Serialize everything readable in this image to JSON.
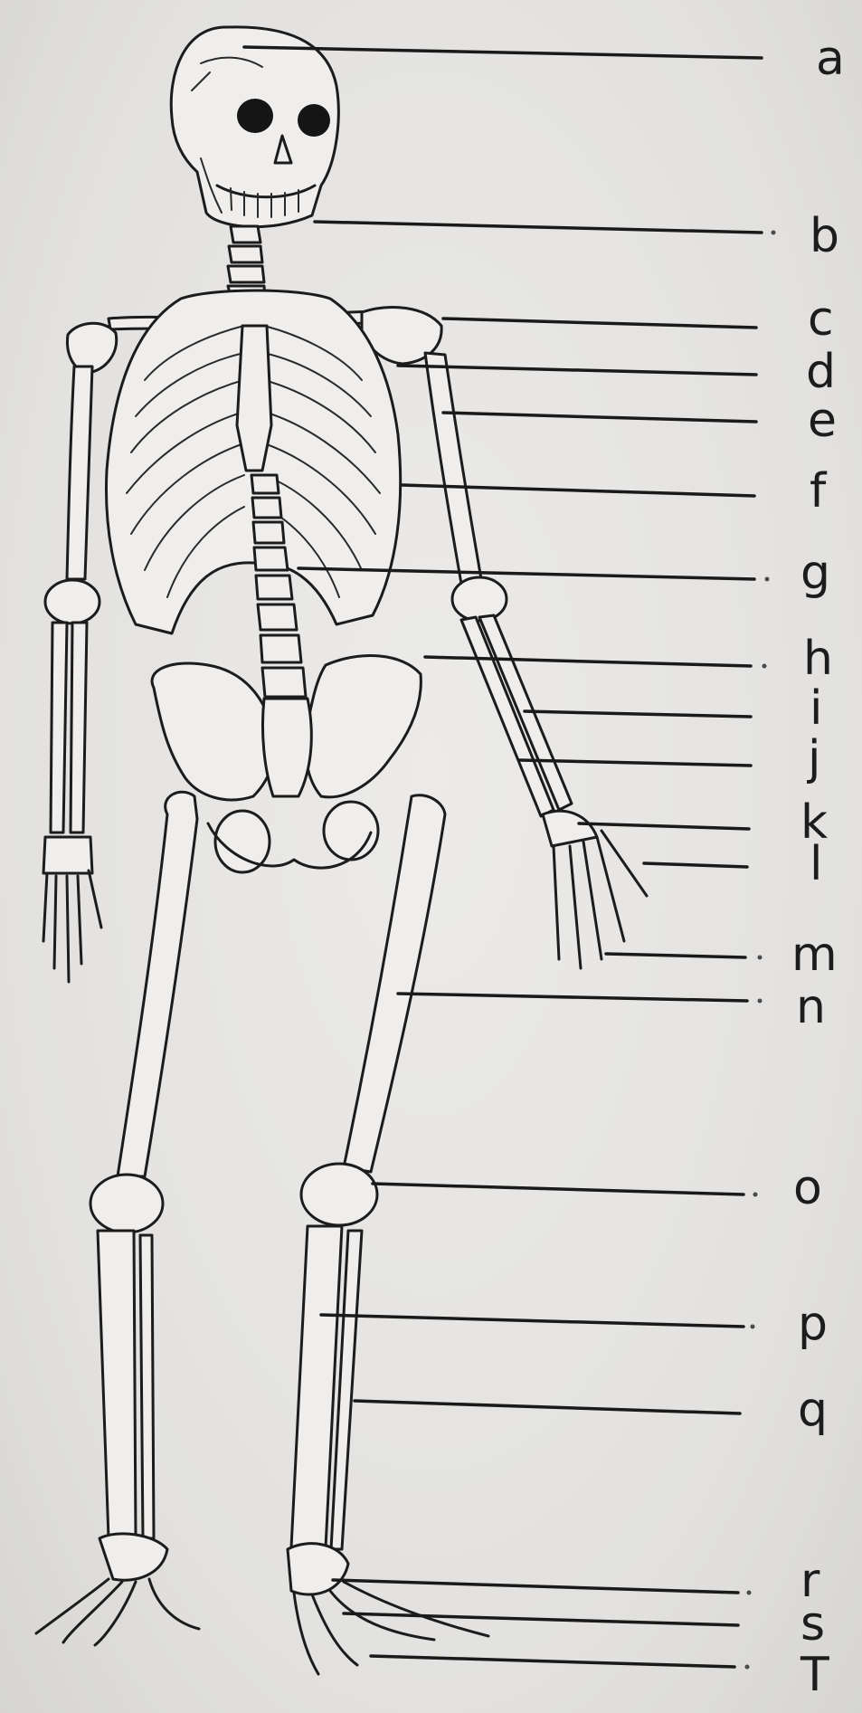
{
  "diagram": {
    "labels": [
      "a",
      "b",
      "c",
      "d",
      "e",
      "f",
      "g",
      "h",
      "i",
      "j",
      "k",
      "l",
      "m",
      "n",
      "o",
      "p",
      "q",
      "r",
      "s",
      "T"
    ]
  }
}
